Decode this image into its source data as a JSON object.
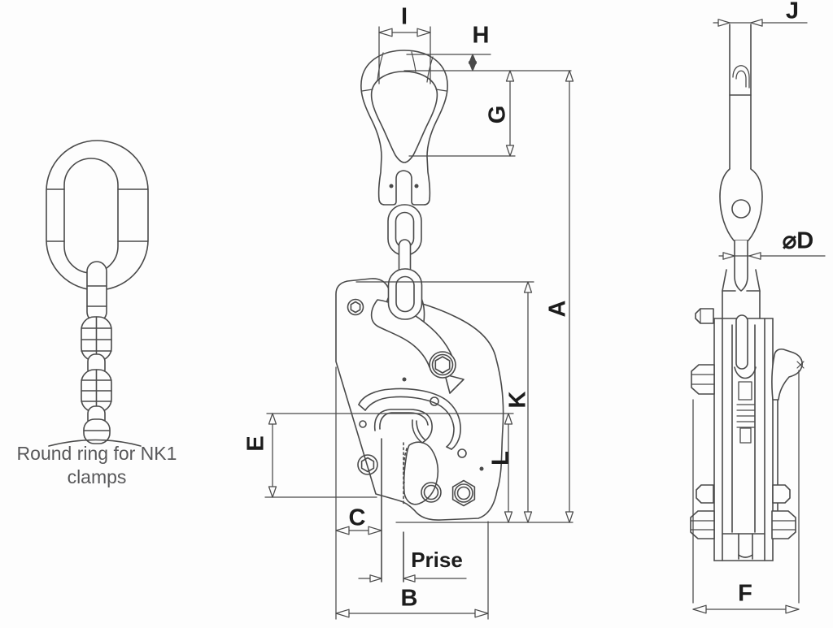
{
  "colors": {
    "background": "#fdfdfd",
    "line": "#4a4a4a",
    "label": "#1c1c1c",
    "caption": "#58585a"
  },
  "caption": {
    "line1": "Round ring for NK1",
    "line2": "clamps"
  },
  "views": {
    "front": {
      "labels": {
        "i": "I",
        "h": "H",
        "g": "G",
        "a": "A",
        "k": "K",
        "l": "L",
        "e": "E",
        "c": "C",
        "b": "B",
        "prise": "Prise"
      }
    },
    "side": {
      "labels": {
        "j": "J",
        "d": "⌀D",
        "f": "F"
      }
    }
  }
}
